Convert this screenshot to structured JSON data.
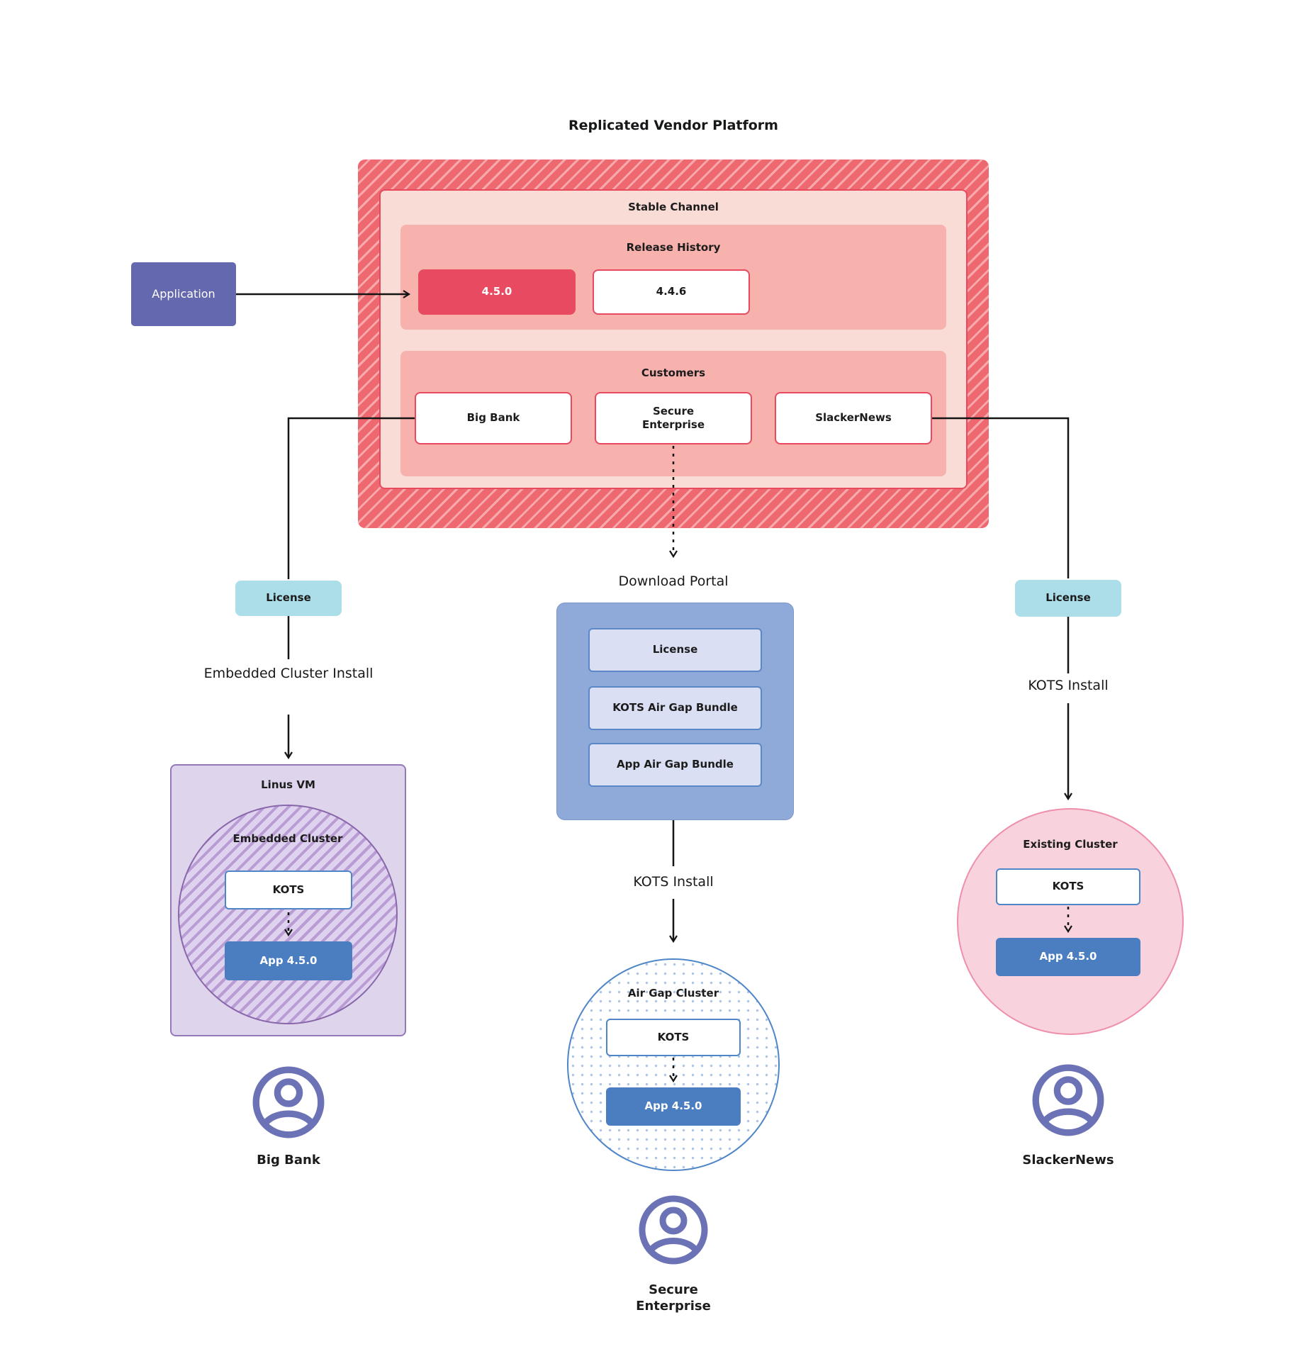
{
  "title": "Replicated Vendor Platform",
  "platform": {
    "stable_channel_label": "Stable Channel",
    "release_history_label": "Release History",
    "releases": [
      "4.5.0",
      "4.4.6"
    ],
    "customers_label": "Customers",
    "customers": [
      "Big Bank",
      "Secure Enterprise",
      "SlackerNews"
    ]
  },
  "application_label": "Application",
  "left": {
    "license_label": "License",
    "install_label": "Embedded Cluster Install",
    "vm_label": "Linus VM",
    "cluster_label": "Embedded Cluster",
    "kots_label": "KOTS",
    "app_label": "App 4.5.0",
    "user_label": "Big Bank"
  },
  "middle": {
    "portal_label": "Download Portal",
    "portal_items": [
      "License",
      "KOTS Air Gap Bundle",
      "App Air Gap Bundle"
    ],
    "install_label": "KOTS Install",
    "cluster_label": "Air Gap Cluster",
    "kots_label": "KOTS",
    "app_label": "App 4.5.0",
    "user_label": "Secure Enterprise"
  },
  "right": {
    "license_label": "License",
    "install_label": "KOTS Install",
    "cluster_label": "Existing Cluster",
    "kots_label": "KOTS",
    "app_label": "App 4.5.0",
    "user_label": "SlackerNews"
  },
  "colors": {
    "platform_red": "#ee696f",
    "platform_stripe": "#f7a9ac",
    "stable_bg": "#fadcd7",
    "section_bg": "#f7b2ae",
    "release_highlight": "#e84a62",
    "red_border": "#e8495f",
    "application_bg": "#6468ae",
    "license_bg": "#abdee8",
    "portal_bg": "#8fa9d8",
    "portal_item_bg": "#dbdff4",
    "portal_item_border": "#5b87c6",
    "vm_bg": "#ded4ec",
    "vm_border": "#9578b9",
    "kots_border": "#4f86c7",
    "app_bg": "#4b7ec0",
    "existing_bg": "#f8d2dd",
    "existing_border": "#ee8fac",
    "user_icon": "#6b72b5",
    "connector": "#141414"
  }
}
